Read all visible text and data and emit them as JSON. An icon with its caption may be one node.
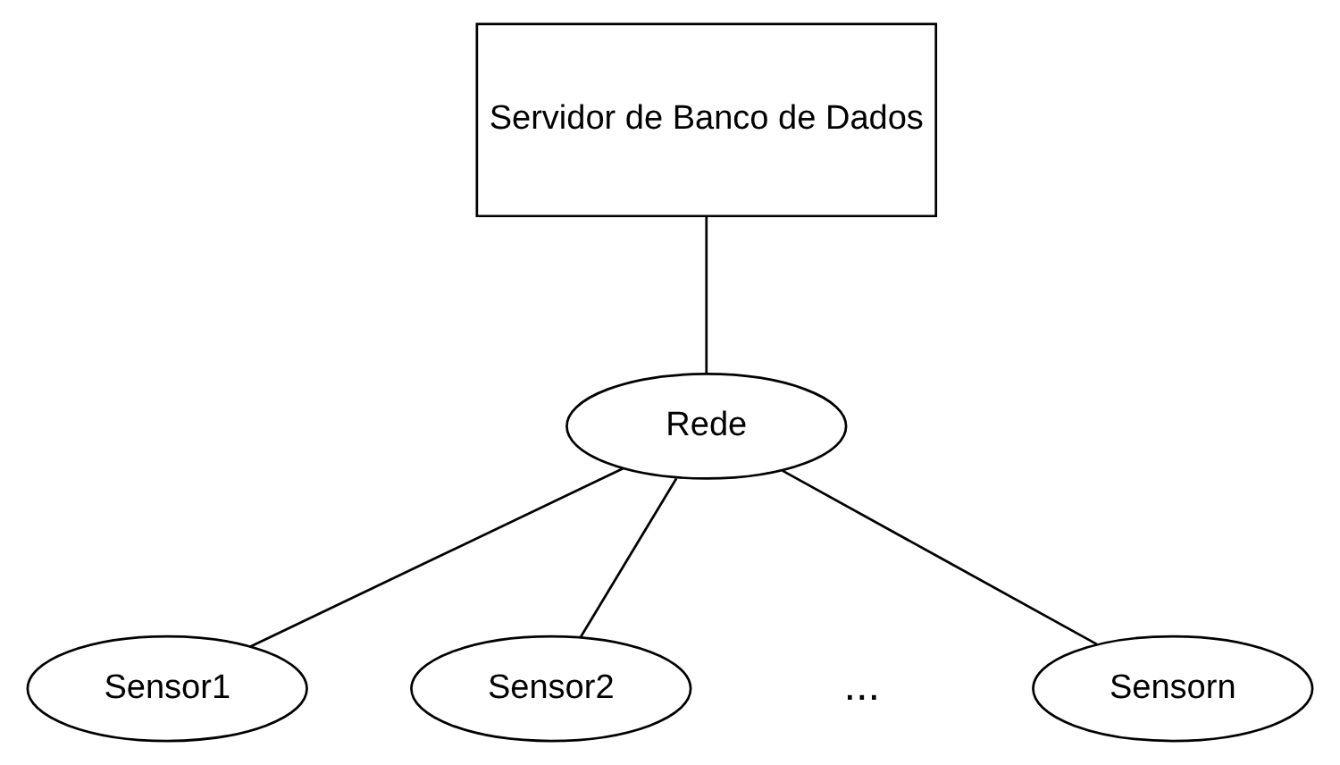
{
  "diagram": {
    "nodes": [
      {
        "text": [
          "Servidor de Banco de Dados"
        ]
      },
      {
        "text": [
          "Rede"
        ]
      },
      {
        "text": [
          "Sensor1"
        ]
      },
      {
        "text": [
          "Sensor2"
        ]
      },
      {
        "text": [
          "Sensorn"
        ]
      }
    ],
    "edges": [
      {
        "from": 0,
        "to": 1,
        "arrow": "none"
      },
      {
        "from": 1,
        "to": 2,
        "arrow": "none"
      },
      {
        "from": 1,
        "to": 3,
        "arrow": "none"
      },
      {
        "from": 1,
        "to": 4,
        "arrow": "none"
      }
    ],
    "labels": [
      "..."
    ]
  }
}
